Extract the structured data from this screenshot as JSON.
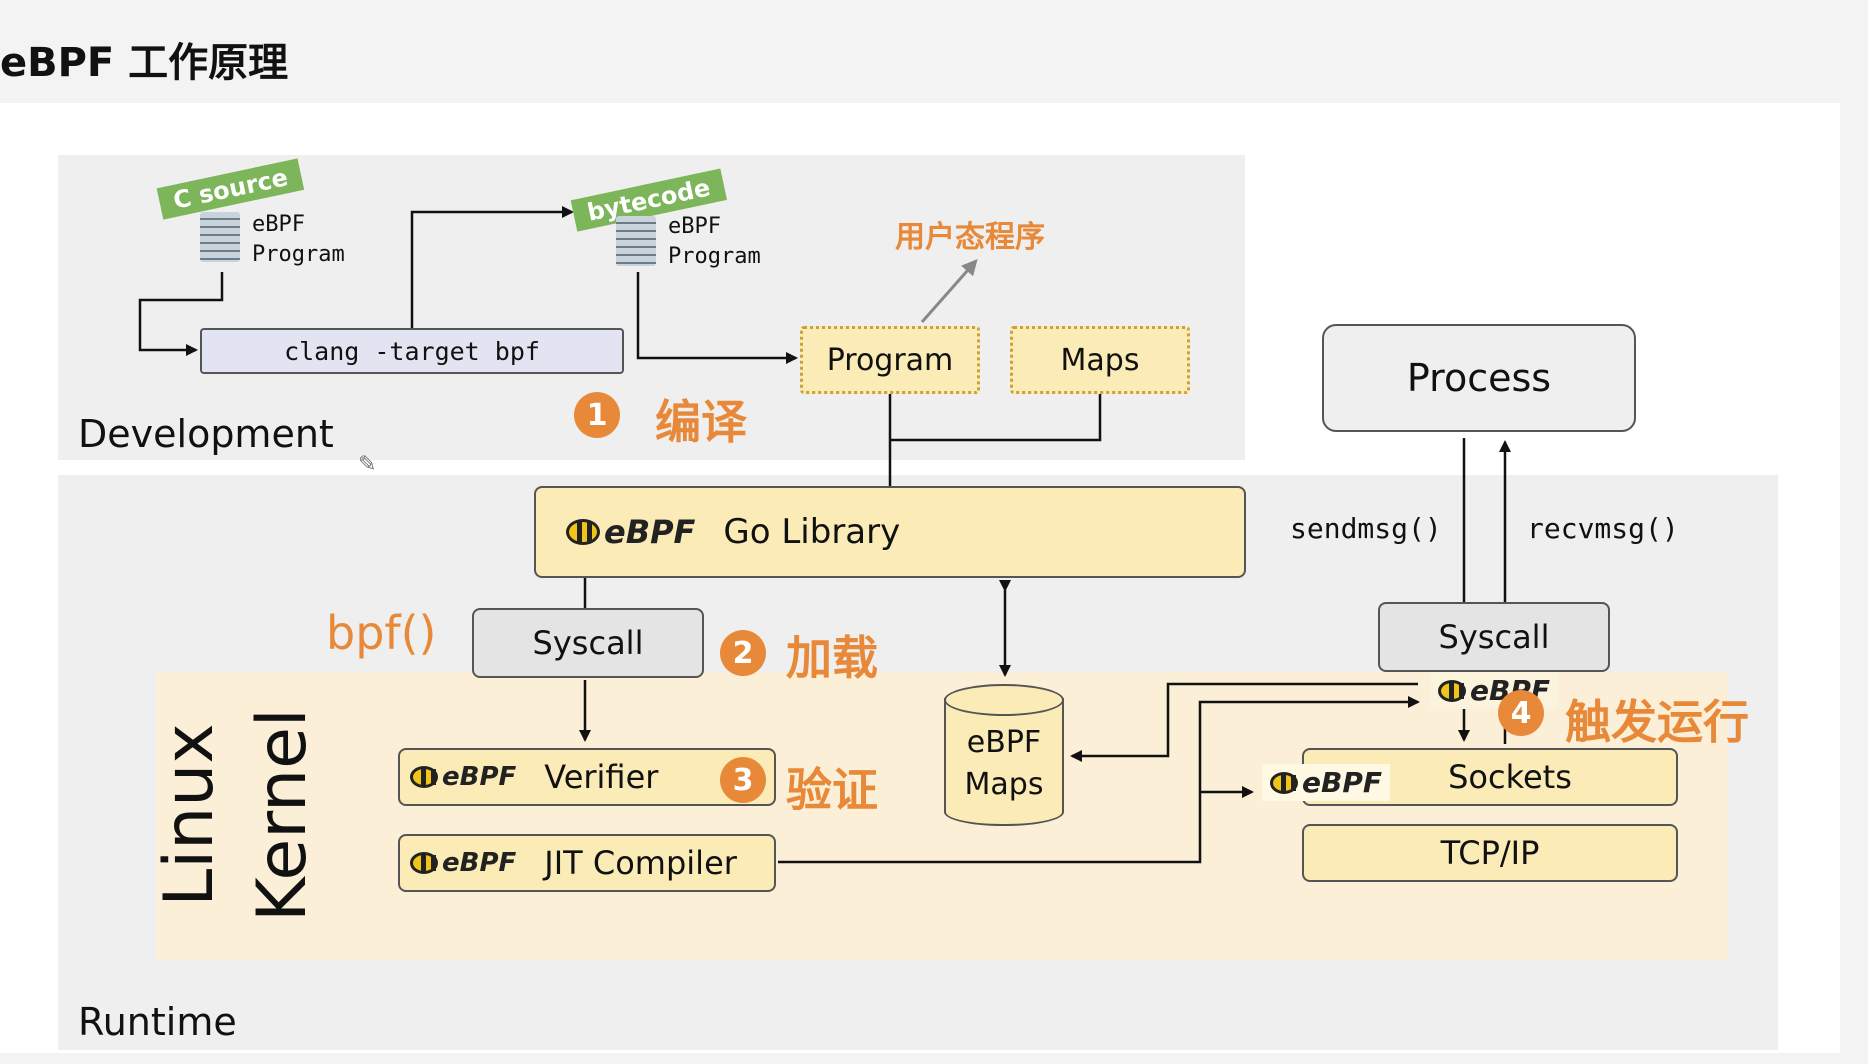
{
  "title": "eBPF 工作原理",
  "panels": {
    "development": "Development",
    "runtime": "Runtime",
    "linux": "Linux",
    "kernel": "Kernel"
  },
  "dev": {
    "c_source_tag": "C source",
    "bytecode_tag": "bytecode",
    "src_doc_line1": "eBPF",
    "src_doc_line2": "Program",
    "bc_doc_line1": "eBPF",
    "bc_doc_line2": "Program",
    "clang": "clang -target bpf",
    "program": "Program",
    "maps": "Maps",
    "user_program": "用户态程序"
  },
  "steps": {
    "s1_num": "1",
    "s1_text": "编译",
    "s2_num": "2",
    "s2_text": "加载",
    "s3_num": "3",
    "s3_text": "验证",
    "s4_num": "4",
    "s4_text": "触发运行"
  },
  "runtime": {
    "go_library_logo": "eBPF",
    "go_library": "Go Library",
    "bpf_call": "bpf()",
    "syscall_left": "Syscall",
    "syscall_right": "Syscall",
    "process": "Process",
    "sendmsg": "sendmsg()",
    "recvmsg": "recvmsg()",
    "verifier_logo": "eBPF",
    "verifier": "Verifier",
    "jit_logo": "eBPF",
    "jit": "JIT Compiler",
    "maps_line1": "eBPF",
    "maps_line2": "Maps",
    "sockets_logo": "eBPF",
    "sockets": "Sockets",
    "tcpip": "TCP/IP",
    "hook_logo": "eBPF"
  },
  "colors": {
    "accent": "#e8893a",
    "box_yellow": "#faebb7",
    "box_grey": "#e4e4e4",
    "kernel_bg": "#fbefd7",
    "tag_green": "#7cb55a"
  }
}
